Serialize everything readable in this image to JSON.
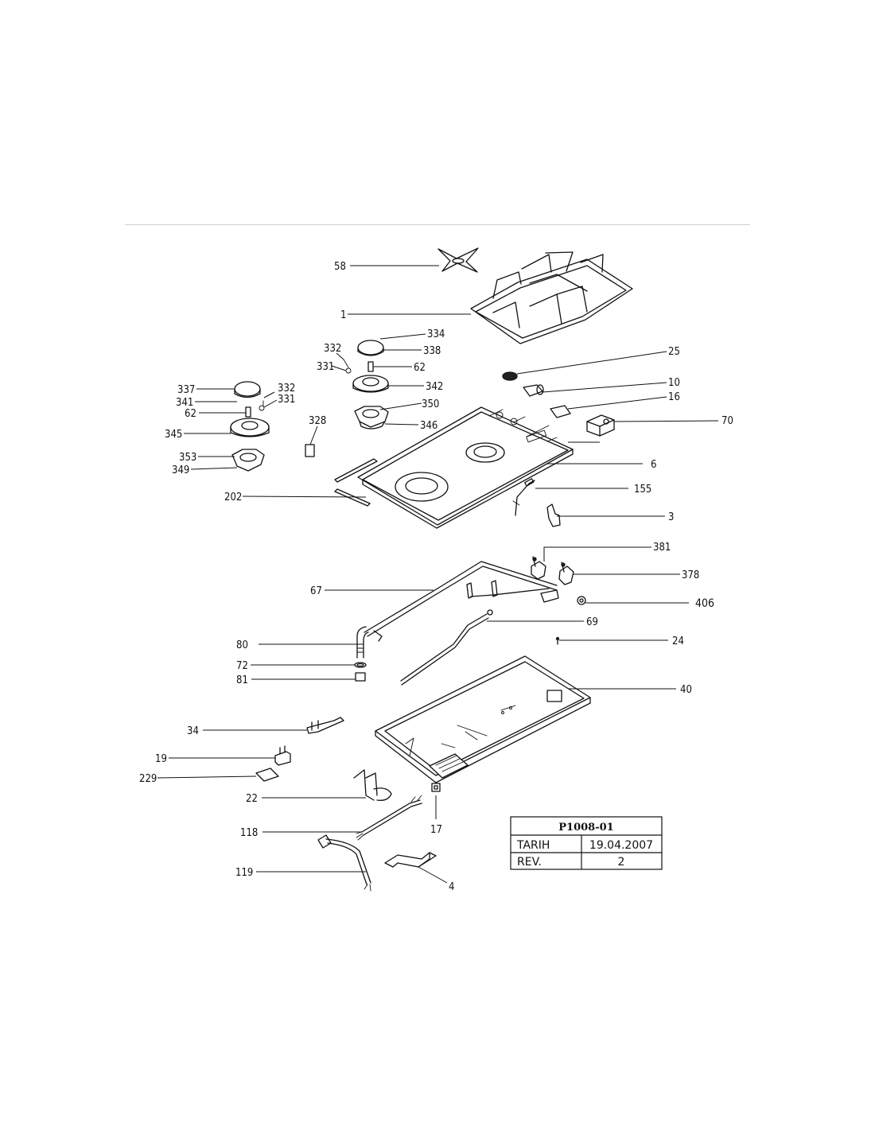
{
  "callouts": [
    {
      "id": "58",
      "text": "58"
    },
    {
      "id": "1",
      "text": "1"
    },
    {
      "id": "334",
      "text": "334"
    },
    {
      "id": "338",
      "text": "338"
    },
    {
      "id": "332a",
      "text": "332"
    },
    {
      "id": "331a",
      "text": "331"
    },
    {
      "id": "62a",
      "text": "62"
    },
    {
      "id": "342",
      "text": "342"
    },
    {
      "id": "350",
      "text": "350"
    },
    {
      "id": "346",
      "text": "346"
    },
    {
      "id": "25",
      "text": "25"
    },
    {
      "id": "10",
      "text": "10"
    },
    {
      "id": "16",
      "text": "16"
    },
    {
      "id": "70",
      "text": "70"
    },
    {
      "id": "337",
      "text": "337"
    },
    {
      "id": "341",
      "text": "341"
    },
    {
      "id": "332b",
      "text": "332"
    },
    {
      "id": "331b",
      "text": "331"
    },
    {
      "id": "62b",
      "text": "62"
    },
    {
      "id": "345",
      "text": "345"
    },
    {
      "id": "328",
      "text": "328"
    },
    {
      "id": "353",
      "text": "353"
    },
    {
      "id": "349",
      "text": "349"
    },
    {
      "id": "6",
      "text": "6"
    },
    {
      "id": "155",
      "text": "155"
    },
    {
      "id": "202",
      "text": "202"
    },
    {
      "id": "3",
      "text": "3"
    },
    {
      "id": "381",
      "text": "381"
    },
    {
      "id": "378",
      "text": "378"
    },
    {
      "id": "406",
      "text": "406"
    },
    {
      "id": "67",
      "text": "67"
    },
    {
      "id": "69",
      "text": "69"
    },
    {
      "id": "80",
      "text": "80"
    },
    {
      "id": "24",
      "text": "24"
    },
    {
      "id": "72",
      "text": "72"
    },
    {
      "id": "81",
      "text": "81"
    },
    {
      "id": "40",
      "text": "40"
    },
    {
      "id": "34",
      "text": "34"
    },
    {
      "id": "19",
      "text": "19"
    },
    {
      "id": "229",
      "text": "229"
    },
    {
      "id": "22",
      "text": "22"
    },
    {
      "id": "17",
      "text": "17"
    },
    {
      "id": "118",
      "text": "118"
    },
    {
      "id": "119",
      "text": "119"
    },
    {
      "id": "4",
      "text": "4"
    }
  ],
  "title_block": {
    "drawing_no": "P1008-01",
    "date_label": "TARIH",
    "date_value": "19.04.2007",
    "rev_label": "REV.",
    "rev_value": "2"
  }
}
